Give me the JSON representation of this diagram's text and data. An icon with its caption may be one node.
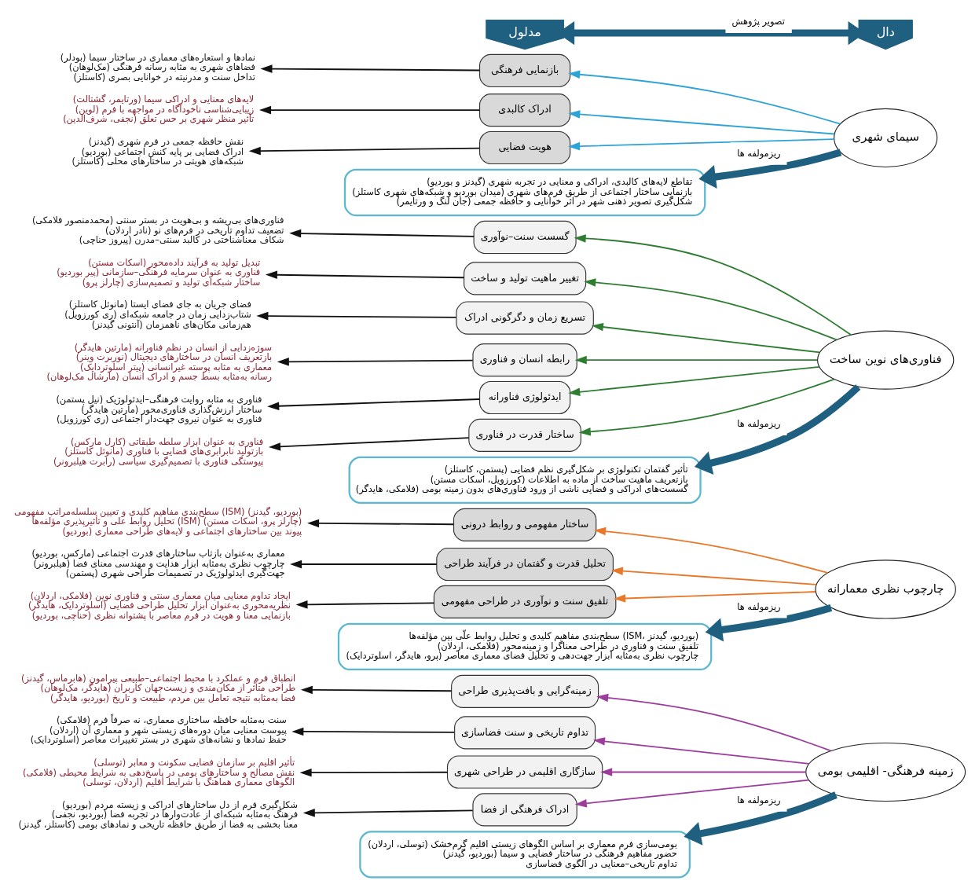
{
  "diagram": {
    "nodes": [
      {
        "text": [
          "مدلول"
        ]
      },
      {
        "text": [
          "دال"
        ]
      },
      {
        "text": [
          "سیمای شهری"
        ]
      },
      {
        "text": [
          "تقاطع لایه‌های کالبدی، ادراکی و معنایی در تجربه شهری (گیدنز و بوردیو)",
          "بازنمایی ساختار اجتماعی از طریق فرم‌های شهری (میدان بوردیو و شبکه‌های شهری کاستلز)",
          "شکل‌گیری تصویر ذهنی شهر در اثر خوانایی و حافظه جمعی (جان لنگ و ورتایمر)"
        ]
      },
      {
        "text": [
          "هویت فضایی"
        ]
      },
      {
        "text": [
          "نقش حافظه جمعی در فرم شهری (گیدنز)",
          "ادراک فضایی بر پایه کنش اجتماعی (بوردیو)",
          "شبکه‌های هویتی در ساختارهای محلی (کاستلز)"
        ]
      },
      {
        "text": [
          "ادراک کالبدی"
        ]
      },
      {
        "text": [
          "لایه‌های معنایی و ادراکی سیما (ورتایمر، گشتالت)",
          "زیبایی‌شناسی ناخودآگاه در مواجهه با فرم (لوین)",
          "تأثیر منظر شهری بر حس تعلق (نجفی، شرف‌الدین)"
        ]
      },
      {
        "text": [
          "بازنمایی فرهنگی"
        ]
      },
      {
        "text": [
          "نمادها و استعاره‌های معماری در ساختار سیما (بودلر)",
          "فضاهای شهری به مثابه رسانه فرهنگی (مک‌لوهان)",
          "تداخل سنت و مدرنیته در خوانایی بصری (کاستلز)"
        ]
      },
      {
        "text": [
          "فناوری‌های نوین ساخت"
        ]
      },
      {
        "text": [
          "تأثیر گفتمان تکنولوژی بر شکل‌گیری نظم فضایی (پستمن، کاستلز)",
          "بازتعریف ماهیت ساخت از ماده به اطلاعات (کورزویل، اسکات مستن)",
          "گسست‌های ادراکی و فضایی ناشی از ورود فناوری‌های بدون زمینه بومی (فلامکی، هایدگر)"
        ]
      },
      {
        "text": [
          "ساختار قدرت در فناوری"
        ]
      },
      {
        "text": [
          "فناوری به عنوان ابزار سلطه طبقاتی (کارل مارکس)",
          "بازتولید نابرابری‌های فضایی با فناوری (مانوئل کاستلز)",
          "پیوستگی فناوری با تصمیم‌گیری سیاسی (رابرت هیلبرونر)"
        ]
      },
      {
        "text": [
          "ایدئولوژی فناورانه"
        ]
      },
      {
        "text": [
          "فناوری به مثابه روایت فرهنگی–ایدئولوژیک (نیل پستمن)",
          "ساختار ارزش‌گذاری فناوری‌محور (مارتین هایدگر)",
          "فناوری به عنوان نیروی جهت‌دار اجتماعی (ری کورزویل)"
        ]
      },
      {
        "text": [
          "رابطه انسان و فناوری"
        ]
      },
      {
        "text": [
          "سوژه‌زدایی از انسان در نظم فناورانه (مارتین هایدگر)",
          "بازتعریف انسان در ساختارهای دیجیتال (نوربرت وینر)",
          "معماری به مثابه پوسته غیرانسانی (پیتر اسلوتردایک)",
          "رسانه به‌مثابه بسط جسم و ادراک انسان (مارشال مک‌لوهان)"
        ]
      },
      {
        "text": [
          "تسریع زمان و دگرگونی ادراک"
        ]
      },
      {
        "text": [
          "فضای جریان به جای فضای ایستا (مانوئل کاستلز)",
          "شتاب‌زدایی زمان در جامعه شبکه‌ای (ری کورزویل)",
          "هم‌زمانی مکان‌های ناهمزمان (آنتونی گیدنز)"
        ]
      },
      {
        "text": [
          "تغییر ماهیت تولید و ساخت"
        ]
      },
      {
        "text": [
          "تبدیل تولید به فرآیند داده‌محور (اسکات مستن)",
          "فناوری به عنوان سرمایه فرهنگی–سازمانی (پیر بوردیو)",
          "ساختار شبکه‌ای تولید و تصمیم‌سازی (چارلز پرو)"
        ]
      },
      {
        "text": [
          "گسست سنت–نوآوری"
        ]
      },
      {
        "text": [
          "فناوری‌های بی‌ریشه و بی‌هویت در بستر سنتی (محمدمنصور فلامکی)",
          "تضعیف تداوم تاریخی در فرم‌های نو (نادر اردلان)",
          "شکاف معناشناختی در کالبد سنتی–مدرن (پیروز حناچی)"
        ]
      },
      {
        "text": [
          "چارچوب نظری معمارانه"
        ]
      },
      {
        "text": [
          "سطح‌بندی مفاهیم کلیدی و تحلیل روابط علّی بین مؤلفه‌ها (ISM، بوردیو، گیدنز)",
          "تلفیق سنت و فناوری در طراحی معناگرا و زمینه‌محور (فلامکی، اردلان)",
          "چارچوب نظری به‌مثابه ابزار جهت‌دهی و تحلیل فضای معماری معاصر (پرو، هایدگر، اسلوتردایک)"
        ]
      },
      {
        "text": [
          "تلفیق سنت و نوآوری در طراحی مفهومی"
        ]
      },
      {
        "text": [
          "ایجاد تداوم معنایی میان معماری سنتی و فناوری نوین (فلامکی، اردلان)",
          "نظریه‌محوری به‌عنوان ابزار تحلیل طراحی فضایی (اسلوتردایک، هایدگر)",
          "بازنمایی معنا و هویت در فرم معاصر با پشتوانه نظری (حناچی، بوردیو)"
        ]
      },
      {
        "text": [
          "تحلیل قدرت و گفتمان در فرآیند طراحی"
        ]
      },
      {
        "text": [
          "معماری به‌عنوان بازتاب ساختارهای قدرت اجتماعی (مارکس، بوردیو)",
          "چارچوب نظری به‌مثابه ابزار هدایت و مهندسی معنای فضا (هیلبرونر)",
          "جهت‌گیری ایدئولوژیک در تصمیمات طراحی شهری (پستمن)"
        ]
      },
      {
        "text": [
          "ساختار مفهومی و روابط درونی"
        ]
      },
      {
        "text": [
          "سطح‌بندی مفاهیم کلیدی و تعیین سلسله‌مراتب مفهومی (ISM) (بوردیو، گیدنز)",
          "تحلیل روابط علی و تأثیرپذیری مؤلفه‌ها (ISM) (چارلز پرو، اسکات مستن)",
          "پیوند بین ساختارهای اجتماعی و لایه‌های طراحی معماری (بوردیو)"
        ]
      },
      {
        "text": [
          "زمینه فرهنگی- اقلیمی بومی"
        ]
      },
      {
        "text": [
          "بومی‌سازی فرم معماری بر اساس الگوهای زیستی اقلیم گرم‌خشک (توسلی، اردلان)",
          "حضور مفاهیم فرهنگی در ساختار فضایی و سیما (بوردیو، گیدنز)",
          "تداوم تاریخی–معنایی در الگوی فضاسازی"
        ]
      },
      {
        "text": [
          "ادراک فرهنگی از فضا"
        ]
      },
      {
        "text": [
          "شکل‌گیری فرم از دل ساختارهای ادراکی و زیسته مردم (بوردیو)",
          "فرهنگ به‌مثابه شبکه‌ای از عادت‌وارها در تجربه فضا (بوردیو، نجفی)",
          "معنا بخشی به فضا از طریق حافظه تاریخی و نمادهای بومی (کاستلز، گیدنز)"
        ]
      },
      {
        "text": [
          "سازگاری اقلیمی در طراحی شهری"
        ]
      },
      {
        "text": [
          "تأثیر اقلیم بر سازمان فضایی سکونت و معابر (توسلی)",
          "نقش مصالح و ساختارهای بومی در پاسخ‌دهی به شرایط محیطی (فلامکی)",
          "الگوهای معماری هماهنگ با شرایط اقلیم (اردلان، توسلی)"
        ]
      },
      {
        "text": [
          "تداوم تاریخی و سنت فضاسازی"
        ]
      },
      {
        "text": [
          "سنت به‌مثابه حافظه ساختاری معماری، نه صرفاً فرم (فلامکی)",
          "پیوست معنایی میان دوره‌های زیستی شهر و معماری آن (اردلان)",
          "حفظ نمادها و نشانه‌های شهری در بستر تغییرات معاصر (اسلوتردایک)"
        ]
      },
      {
        "text": [
          "زمینه‌گرایی و بافت‌پذیری طراحی"
        ]
      },
      {
        "text": [
          "انطباق فرم و عملکرد با محیط اجتماعی–طبیعی پیرامون (هابرماس، گیدنز)",
          "طراحی متأثر از مکان‌مندی و زیست‌جهان کاربران (هایدگر، مک‌لوهان)",
          "فضا به‌مثابه نتیجه تعامل بین مردم، طبیعت و تاریخ (بوردیو، هایدگر)"
        ]
      }
    ],
    "edges": [
      {
        "from": 1,
        "to": 0,
        "arrow": "both",
        "label": "تصویر پژوهش",
        "style": "thick",
        "color": "#1f5f80"
      },
      {
        "from": 2,
        "to": 3,
        "arrow": "to",
        "label": "ریزمولفه ها",
        "style": "thick",
        "color": "#1f5f80"
      },
      {
        "from": 2,
        "to": 4,
        "arrow": "to",
        "color": "#2ea3d5"
      },
      {
        "from": 2,
        "to": 6,
        "arrow": "to",
        "color": "#2ea3d5"
      },
      {
        "from": 2,
        "to": 8,
        "arrow": "to",
        "color": "#2ea3d5"
      },
      {
        "from": 4,
        "to": 5,
        "arrow": "to"
      },
      {
        "from": 6,
        "to": 7,
        "arrow": "to"
      },
      {
        "from": 8,
        "to": 9,
        "arrow": "to"
      },
      {
        "from": 10,
        "to": 11,
        "arrow": "to",
        "label": "ریزمولفه ها",
        "style": "thick",
        "color": "#1f5f80"
      },
      {
        "from": 10,
        "to": 12,
        "arrow": "to",
        "color": "#2e7d32"
      },
      {
        "from": 10,
        "to": 14,
        "arrow": "to",
        "color": "#2e7d32"
      },
      {
        "from": 10,
        "to": 16,
        "arrow": "to",
        "color": "#2e7d32"
      },
      {
        "from": 10,
        "to": 18,
        "arrow": "to",
        "color": "#2e7d32"
      },
      {
        "from": 10,
        "to": 20,
        "arrow": "to",
        "color": "#2e7d32"
      },
      {
        "from": 10,
        "to": 22,
        "arrow": "to",
        "color": "#2e7d32"
      },
      {
        "from": 12,
        "to": 13,
        "arrow": "to"
      },
      {
        "from": 14,
        "to": 15,
        "arrow": "to"
      },
      {
        "from": 16,
        "to": 17,
        "arrow": "to"
      },
      {
        "from": 18,
        "to": 19,
        "arrow": "to"
      },
      {
        "from": 20,
        "to": 21,
        "arrow": "to"
      },
      {
        "from": 22,
        "to": 23,
        "arrow": "to"
      },
      {
        "from": 24,
        "to": 25,
        "arrow": "to",
        "label": "ریزمولفه ها",
        "style": "thick",
        "color": "#1f5f80"
      },
      {
        "from": 24,
        "to": 26,
        "arrow": "to",
        "color": "#e8792b"
      },
      {
        "from": 24,
        "to": 28,
        "arrow": "to",
        "color": "#e8792b"
      },
      {
        "from": 24,
        "to": 30,
        "arrow": "to",
        "color": "#e8792b"
      },
      {
        "from": 26,
        "to": 27,
        "arrow": "to"
      },
      {
        "from": 28,
        "to": 29,
        "arrow": "to"
      },
      {
        "from": 30,
        "to": 31,
        "arrow": "to"
      },
      {
        "from": 32,
        "to": 33,
        "arrow": "to",
        "label": "ریزمولفه ها",
        "style": "thick",
        "color": "#1f5f80"
      },
      {
        "from": 32,
        "to": 34,
        "arrow": "to",
        "color": "#9c3d9c"
      },
      {
        "from": 32,
        "to": 36,
        "arrow": "to",
        "color": "#9c3d9c"
      },
      {
        "from": 32,
        "to": 38,
        "arrow": "to",
        "color": "#9c3d9c"
      },
      {
        "from": 32,
        "to": 40,
        "arrow": "to",
        "color": "#9c3d9c"
      },
      {
        "from": 34,
        "to": 35,
        "arrow": "to"
      },
      {
        "from": 36,
        "to": 37,
        "arrow": "to"
      },
      {
        "from": 38,
        "to": 39,
        "arrow": "to"
      },
      {
        "from": 40,
        "to": 41,
        "arrow": "to"
      }
    ]
  }
}
